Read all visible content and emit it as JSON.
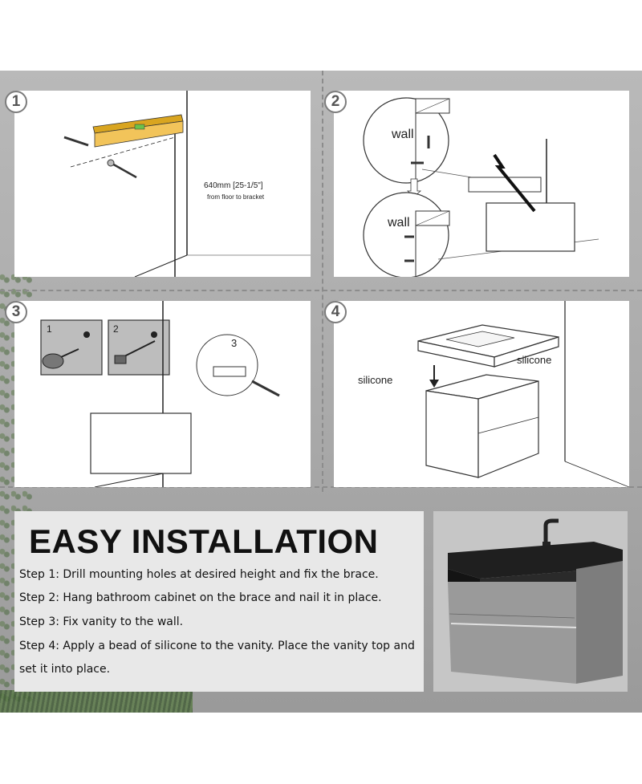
{
  "panels": [
    {
      "number": "1",
      "height_label": "640mm  [25-1/5\"]",
      "height_sub": "from floor to bracket"
    },
    {
      "number": "2",
      "wall_top": "wall",
      "wall_bottom": "wall"
    },
    {
      "number": "3",
      "sub1": "1",
      "sub2": "2",
      "sub3": "3"
    },
    {
      "number": "4",
      "silicone_left": "silicone",
      "silicone_right": "silicone"
    }
  ],
  "info": {
    "title": "EASY INSTALLATION",
    "steps": [
      "Step 1: Drill mounting holes at desired height and fix the brace.",
      "Step 2: Hang bathroom cabinet on the brace and nail it in place.",
      "Step 3: Fix vanity to the wall.",
      "Step 4: Apply a bead of silicone to the vanity. Place the vanity top and",
      "set it into place."
    ]
  },
  "colors": {
    "level": "#d9a520",
    "backdrop": "#aaaaaa",
    "vanity_top": "#1f1f1f",
    "vanity_body": "#8e8e8e"
  },
  "icons": [
    "screw-icon",
    "spirit-level-icon",
    "drill-icon",
    "screwdriver-icon",
    "faucet-icon"
  ]
}
